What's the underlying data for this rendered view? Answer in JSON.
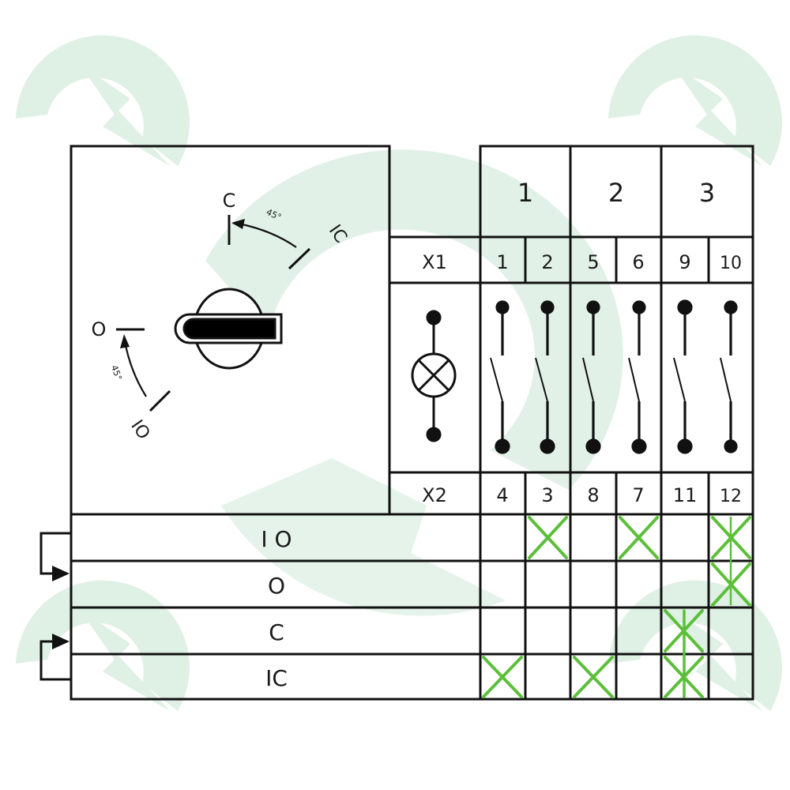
{
  "diagram": {
    "type": "rotary cam switch wiring / switching program diagram",
    "colors": {
      "line": "#111111",
      "mark": "#5cbf3a",
      "watermark": "#dff0e5",
      "background": "#ffffff"
    },
    "handle_dial": {
      "positions": [
        {
          "id": "C",
          "label": "C"
        },
        {
          "id": "IC",
          "label": "IC"
        },
        {
          "id": "O",
          "label": "O"
        },
        {
          "id": "IO",
          "label": "IO"
        }
      ],
      "angle_labels": {
        "c_ic": "45°",
        "o_io": "45°"
      }
    },
    "contact_groups": [
      {
        "label": "1"
      },
      {
        "label": "2"
      },
      {
        "label": "3"
      }
    ],
    "terminal_row_top": {
      "lamp_label": "X1",
      "terminals": [
        "1",
        "2",
        "5",
        "6",
        "9",
        "10"
      ]
    },
    "terminal_row_bottom": {
      "lamp_label": "X2",
      "terminals": [
        "4",
        "3",
        "8",
        "7",
        "11",
        "12"
      ]
    },
    "switching_table": {
      "rows": [
        {
          "label": "I O",
          "marks": [
            false,
            true,
            false,
            true,
            false,
            true
          ]
        },
        {
          "label": "O",
          "marks": [
            false,
            false,
            false,
            false,
            false,
            true
          ]
        },
        {
          "label": "C",
          "marks": [
            false,
            false,
            false,
            false,
            true,
            false
          ]
        },
        {
          "label": "IC",
          "marks": [
            true,
            false,
            true,
            false,
            true,
            false
          ]
        }
      ]
    }
  }
}
